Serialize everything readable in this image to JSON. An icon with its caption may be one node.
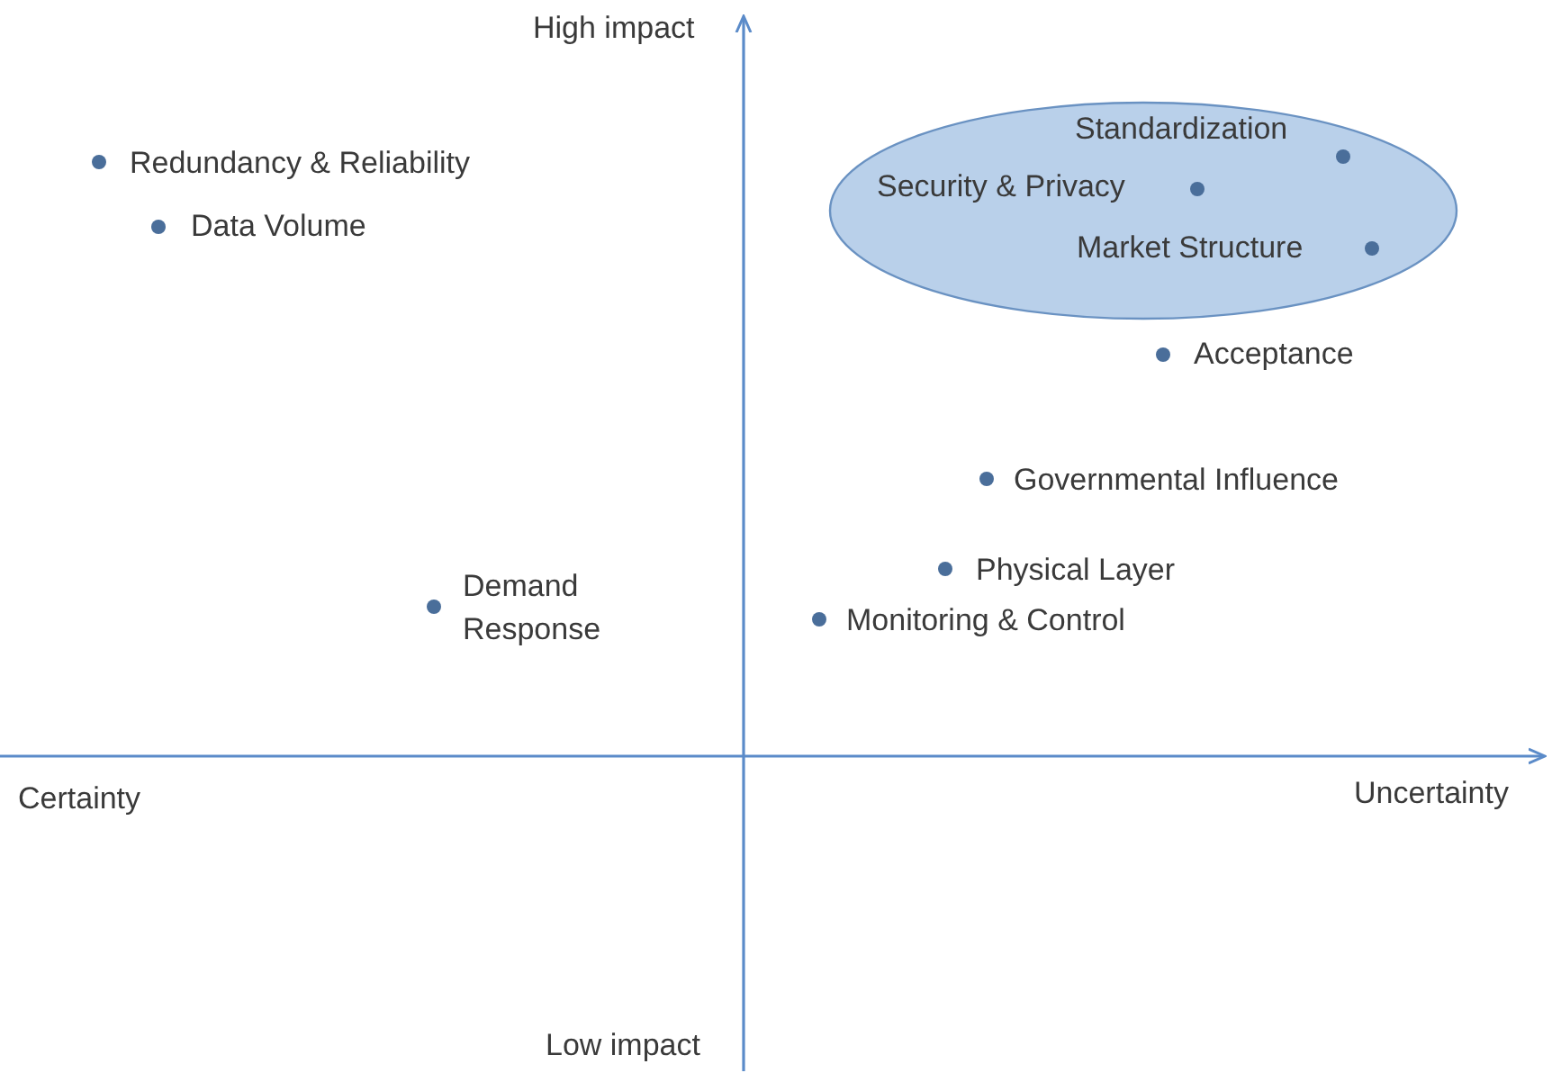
{
  "diagram": {
    "nodes": [
      {
        "text": [
          "Standardization",
          "Security & Privacy",
          "Market Structure"
        ]
      }
    ],
    "edges": [],
    "labels": [
      "High impact",
      "Redundancy & Reliability",
      "Data Volume",
      "Acceptance",
      "Governmental Influence",
      "Demand Response",
      "Physical Layer",
      "Monitoring & Control",
      "Certainty",
      "Uncertainty",
      "Low impact"
    ]
  }
}
